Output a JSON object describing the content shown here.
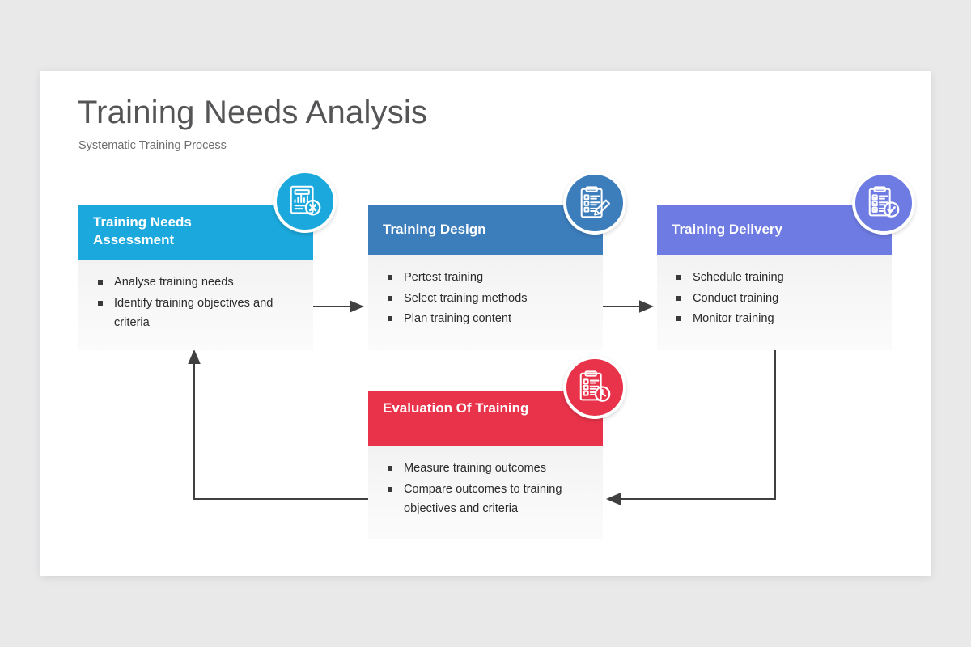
{
  "header": {
    "title": "Training Needs Analysis",
    "subtitle": "Systematic Training Process"
  },
  "colors": {
    "background": "#e9e9ea",
    "slide": "#ffffff",
    "title_text": "#555557",
    "subtitle_text": "#6d6e70",
    "body_text": "#2b2b2b",
    "connector": "#404040",
    "card_1": "#1ba8dc",
    "card_2": "#3c7dbc",
    "card_3": "#6e7be2",
    "card_4": "#e8334a"
  },
  "cards": [
    {
      "id": "training-needs-assessment",
      "title": "Training Needs Assessment",
      "accent": "#1ba8dc",
      "icon": "report-chart-cross-icon",
      "bullets": [
        "Analyse training needs",
        "Identify training objectives and criteria"
      ]
    },
    {
      "id": "training-design",
      "title": "Training Design",
      "accent": "#3c7dbc",
      "icon": "clipboard-pencil-icon",
      "bullets": [
        "Pertest training",
        "Select training methods",
        "Plan training content"
      ]
    },
    {
      "id": "training-delivery",
      "title": "Training Delivery",
      "accent": "#6e7be2",
      "icon": "checklist-check-icon",
      "bullets": [
        "Schedule training",
        "Conduct training",
        "Monitor training"
      ]
    },
    {
      "id": "evaluation-of-training",
      "title": "Evaluation Of Training",
      "accent": "#e8334a",
      "icon": "checklist-clock-icon",
      "bullets": [
        "Measure training outcomes",
        "Compare outcomes to training objectives and criteria"
      ]
    }
  ],
  "connectors": [
    {
      "name": "arrow-assessment-to-design",
      "direction": "right"
    },
    {
      "name": "arrow-design-to-delivery",
      "direction": "right"
    },
    {
      "name": "arrow-delivery-to-evaluation",
      "direction": "elbow-down-left"
    },
    {
      "name": "arrow-evaluation-to-assessment",
      "direction": "elbow-left-up"
    }
  ]
}
